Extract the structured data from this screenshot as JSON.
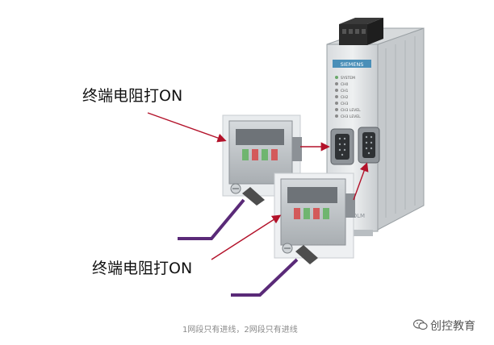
{
  "labels": {
    "top": "终端电阻打ON",
    "bottom": "终端电阻打ON"
  },
  "caption": "1网段只有进线，2网段只有进线",
  "watermark": "创控教育",
  "module": {
    "brand": "SIEMENS",
    "led_labels": [
      "SYSTEM",
      "CH0",
      "CH1",
      "CH2",
      "CH3",
      "CH3 LEVEL",
      "CH3 LEVEL"
    ],
    "footer_text": "BUS OLM"
  },
  "colors": {
    "arrow": "#b3122a",
    "cable": "#5a2a78",
    "module_body": "#e2e4e6",
    "connector_body": "#bfc4c8"
  },
  "icons": {
    "watermark": "wechat-icon"
  }
}
